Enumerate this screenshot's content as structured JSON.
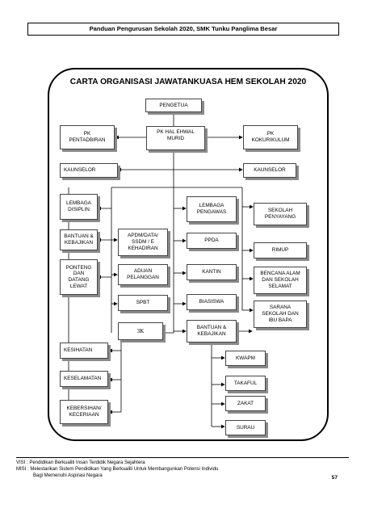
{
  "header": {
    "text": "Panduan Pengurusan Sekolah 2020, SMK Tunku Panglima Besar"
  },
  "chart": {
    "title": "CARTA ORGANISASI JAWATANKUASA HEM SEKOLAH 2020"
  },
  "nodes": {
    "pengetua": "PENGETUA",
    "pk_hem": "PK HAL EHWAL\nMURID",
    "pk_pentadbiran": "PK\nPENTADBIRAN",
    "pk_kokurikulum": "PK\nKOKURIKULUM",
    "kaunselor_left": "KAUNSELOR",
    "kaunselor_right": "KAUNSELOR",
    "lembaga_disiplin": "LEMBAGA\nDISIPLIN",
    "bantuan_kebajikan_left": "BANTUAN &\nKEBAJIKAN",
    "ponteng": "PONTENG\nDAN\nDATANG\nLEWAT",
    "apdm": "APDM/DATA/\nSSDM / E\nKEHADIRAN",
    "aduan": "ADUAN\nPELANGGAN",
    "spbt": "SPBT",
    "tiga_k": "3K",
    "lembaga_pengawas": "LEMBAGA\nPENGAWAS",
    "ppda": "PPDA",
    "kantin": "KANTIN",
    "biasiswa": "BIASISWA",
    "bantuan_kebajikan_mid": "BANTUAN &\nKEBAJIKAN",
    "sekolah_penyayang": "SEKOLAH\nPENYAYANG",
    "rimup": "RIMUP",
    "bencana": "BENCANA ALAM\nDAN SEKOLAH\nSELAMAT",
    "sarana": "SARANA\nSEKOLAH DAN\nIBU BAPA",
    "kesihatan": "KESIHATAN",
    "keselamatan": "KESELAMATAN",
    "kebersihan": "KEBERSIHAN/\nKECERIAAN",
    "kwapm": "KWAPM",
    "takaful": "TAKAFUL",
    "zakat": "ZAKAT",
    "surau": "SURAU"
  },
  "footer": {
    "visi": "VISI  : Pendidikan Berkualiti Insan Terdidik Negara Sejahtera",
    "misi": "MISI : Melestarikan Sistem Pendidikan Yang Berkualiti Untuk Membangunkan Potensi Individu",
    "misi_cont": "Bagi Memenuhi Aspirasi Negara",
    "page": "57"
  }
}
